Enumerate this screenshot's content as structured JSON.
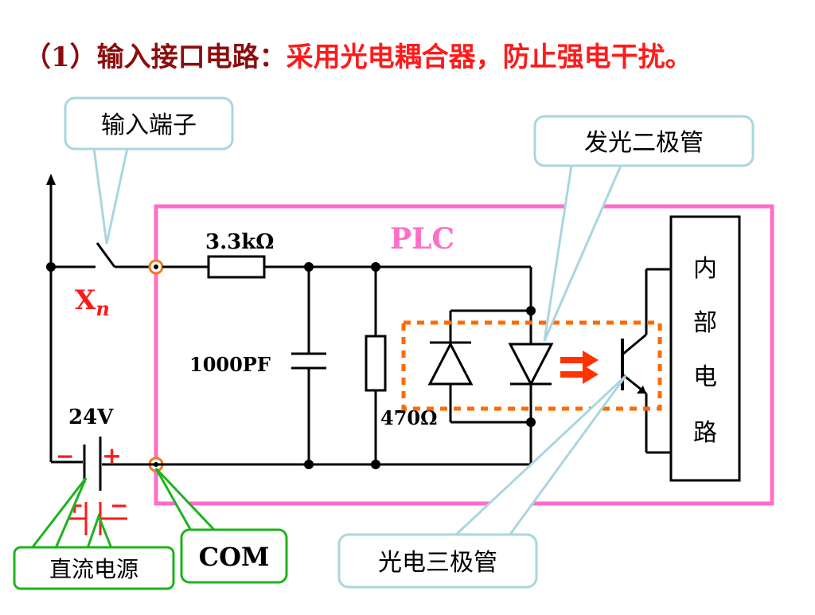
{
  "title": {
    "prefix": "（1）输入接口电路：",
    "highlight": "采用光电耦合器，防止强电干扰。"
  },
  "callouts": {
    "input_terminal": "输入端子",
    "led": "发光二极管",
    "phototransistor": "光电三极管",
    "dc_source": "直流电源",
    "com": "COM"
  },
  "labels": {
    "plc": "PLC",
    "resistor_series": "3.3kΩ",
    "capacitor": "1000PF",
    "resistor_shunt": "470Ω",
    "voltage": "24V",
    "xn_main": "X",
    "xn_sub": "n",
    "plus_top": "+",
    "minus_top": "−",
    "plus_bottom": "+",
    "minus_bottom": "−",
    "internal_circuit": [
      "内",
      "部",
      "电",
      "路"
    ]
  },
  "colors": {
    "title_dark": "#8b0d0d",
    "title_red": "#ff1a1a",
    "plc_border": "#ff6ec7",
    "callout_border": "#a9d6e0",
    "green_callout": "#1db31d",
    "terminal": "#f07c1c",
    "optocoupler_dash": "#ff6a00",
    "arrow": "#ff3300"
  }
}
